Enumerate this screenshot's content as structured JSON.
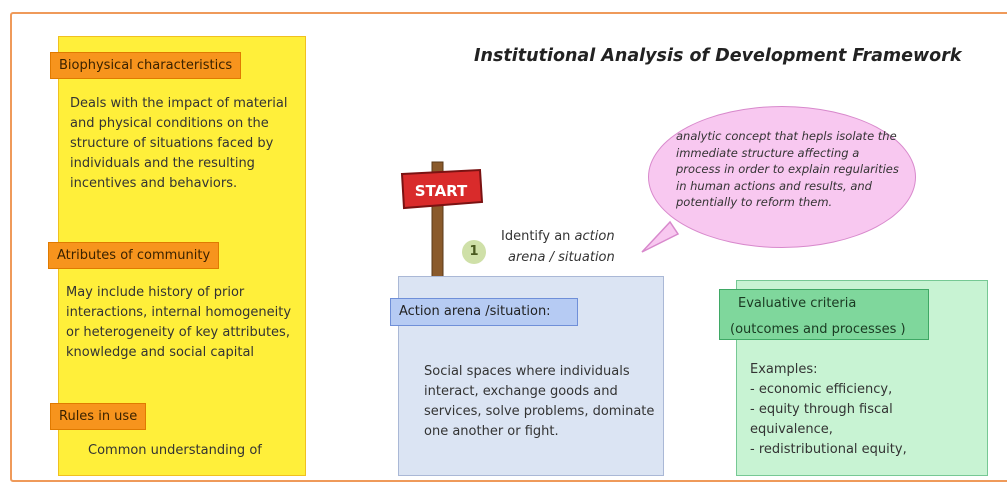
{
  "title": "Institutional Analysis of Development Framework",
  "sidebar": {
    "sections": [
      {
        "heading": "Biophysical characteristics",
        "body": "Deals with the impact of material and physical conditions on the structure of situations faced by individuals and the resulting incentives and behaviors."
      },
      {
        "heading": "Atributes of community",
        "body": "May include history of prior interactions, internal homogeneity or heterogeneity of key attributes, knowledge and social capital"
      },
      {
        "heading": "Rules in use",
        "body": "Common understanding of"
      }
    ]
  },
  "bubble": {
    "text": "analytic concept that hepls isolate the immediate structure affecting a process in order to explain regularities in human actions and results, and potentially to reform them."
  },
  "sign": {
    "text": "START"
  },
  "step": {
    "number": "1",
    "text_plain": "Identify an ",
    "text_italic_1": "action",
    "text_italic_2": "arena / situation"
  },
  "arena": {
    "label": "Action arena /situation:",
    "body": "Social spaces where individuals interact, exchange goods and services, solve problems, dominate one another or fight."
  },
  "criteria": {
    "label_line1": "Evaluative criteria",
    "label_line2": "(outcomes and processes )",
    "examples_heading": "Examples:",
    "items": [
      "- economic efficiency,",
      "- equity through fiscal",
      "equivalence,",
      "- redistributional equity,"
    ]
  },
  "colors": {
    "frame": "#ef9a5a",
    "sidebar": "#ffef3a",
    "tag": "#f7941d",
    "bubble": "#f8c8f0",
    "arena": "#dbe4f3",
    "criteria": "#c8f3d3",
    "sign": "#d92b2b"
  }
}
